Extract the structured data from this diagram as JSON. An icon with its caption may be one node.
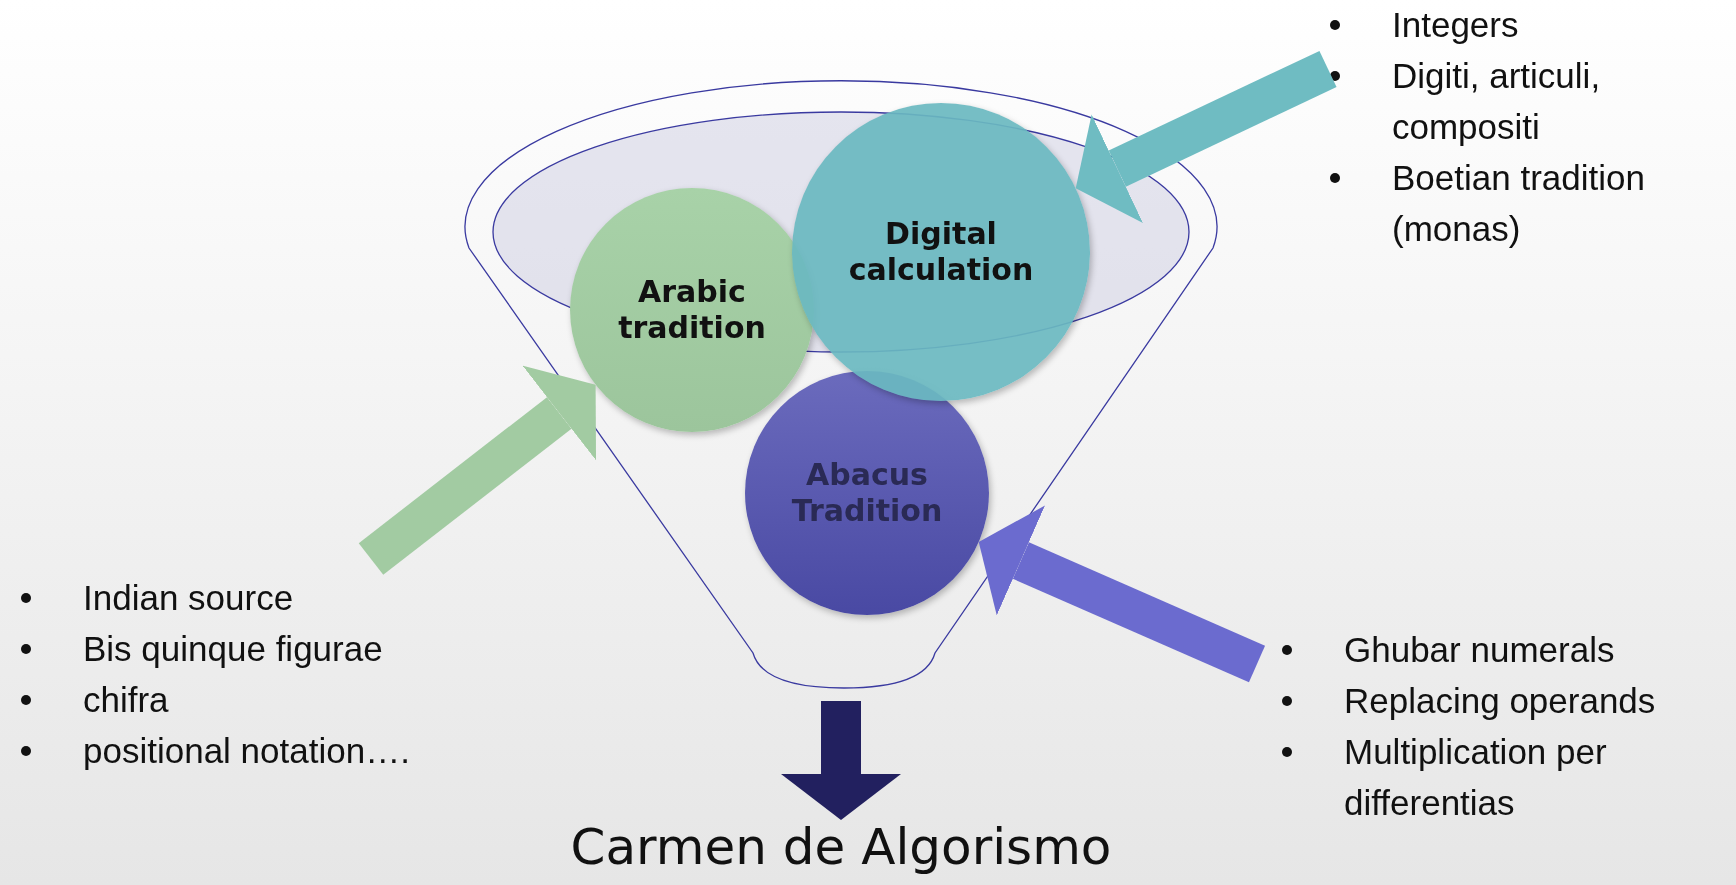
{
  "diagram": {
    "nodes": [
      {
        "text": [],
        "shape": "funnel"
      },
      {
        "text": [
          "Arabic tradition"
        ],
        "in": 0
      },
      {
        "text": [
          "Digital calculation"
        ],
        "in": 0
      },
      {
        "text": [
          "Abacus Tradition"
        ],
        "in": 0
      },
      {
        "text": [
          "Integers",
          "Digiti, articuli, compositi",
          "Boetian tradition (monas)"
        ]
      },
      {
        "text": [
          "Indian source",
          "Bis quinque figurae",
          "chifra",
          "positional notation…."
        ]
      },
      {
        "text": [
          "Ghubar numerals",
          "Replacing operands",
          "Multiplication per differentias"
        ]
      },
      {
        "text": [
          "Carmen de Algorismo"
        ]
      }
    ],
    "edges": [
      {
        "from": 4,
        "to": 2,
        "arrow": "to",
        "color": "#6fbcc2"
      },
      {
        "from": 5,
        "to": 1,
        "arrow": "to",
        "color": "#a2cba2"
      },
      {
        "from": 6,
        "to": 3,
        "arrow": "to",
        "color": "#6b6bcf"
      },
      {
        "from": 0,
        "to": 7,
        "arrow": "to",
        "color": "#22205f"
      }
    ]
  }
}
